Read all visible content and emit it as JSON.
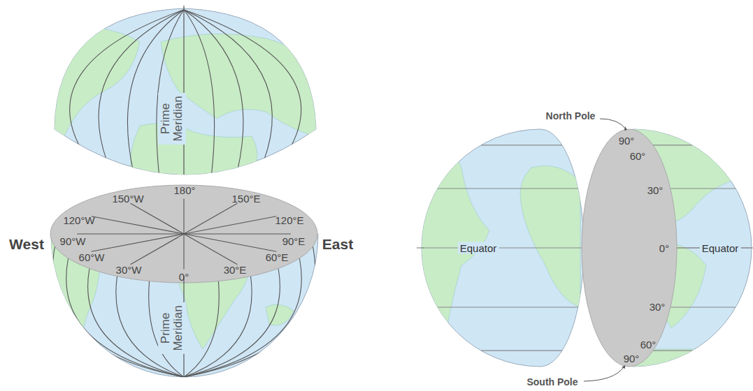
{
  "diagram": {
    "labels": [
      "Prime Meridian",
      "150°W",
      "180°",
      "150°E",
      "120°W",
      "120°E",
      "West",
      "90°W",
      "90°E",
      "East",
      "60°W",
      "60°E",
      "30°W",
      "0°",
      "30°E",
      "Prime Meridian",
      "North Pole",
      "90°",
      "60°",
      "30°",
      "Equator",
      "0°",
      "Equator",
      "30°",
      "60°",
      "90°",
      "South Pole"
    ]
  }
}
